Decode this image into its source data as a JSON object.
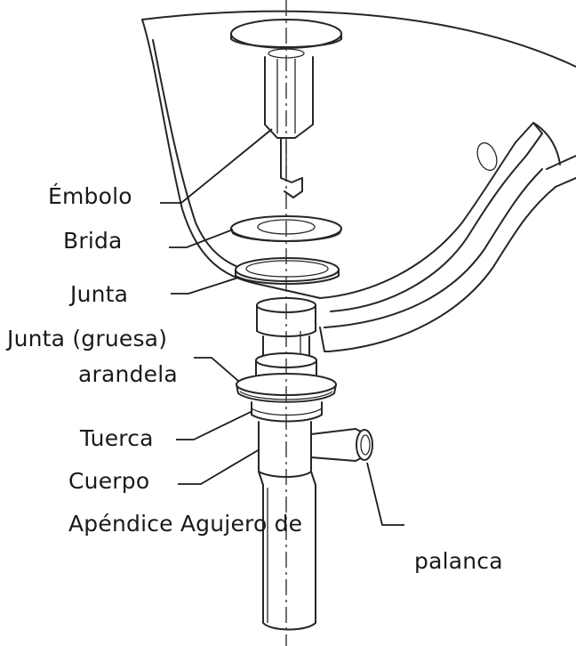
{
  "labels": {
    "embolo": "Émbolo",
    "brida": "Brida",
    "junta": "Junta",
    "junta_gruesa": "Junta (gruesa)",
    "arandela": "arandela",
    "tuerca": "Tuerca",
    "cuerpo": "Cuerpo",
    "apendice": "Apéndice Agujero de",
    "palanca": "palanca"
  },
  "colors": {
    "line": "#262626",
    "text": "#1a1a1a",
    "background": "#ffffff"
  }
}
